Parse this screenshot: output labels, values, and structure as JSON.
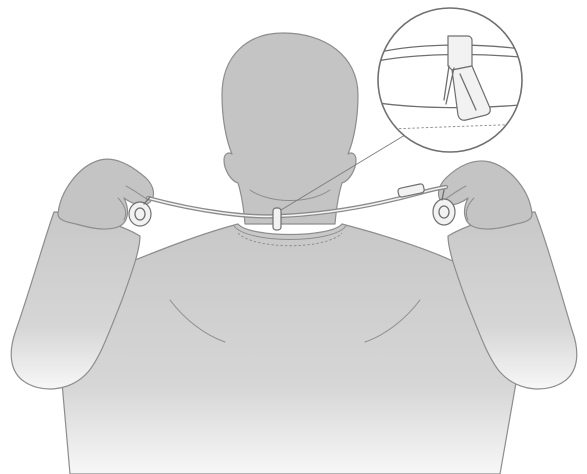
{
  "figure": {
    "subject": "lanyard-around-neck",
    "palette": {
      "skin": "#c4c4c4",
      "shirt_top": "#c9c9c9",
      "shirt_bottom": "#f6f6f6",
      "outline": "#8d8d8d",
      "cord": "#8a8a8a",
      "part": "#f2f2f2"
    },
    "icons": [
      "person-back-view",
      "neck-cord",
      "clip-detail-callout",
      "earbud-left",
      "earbud-right"
    ]
  }
}
